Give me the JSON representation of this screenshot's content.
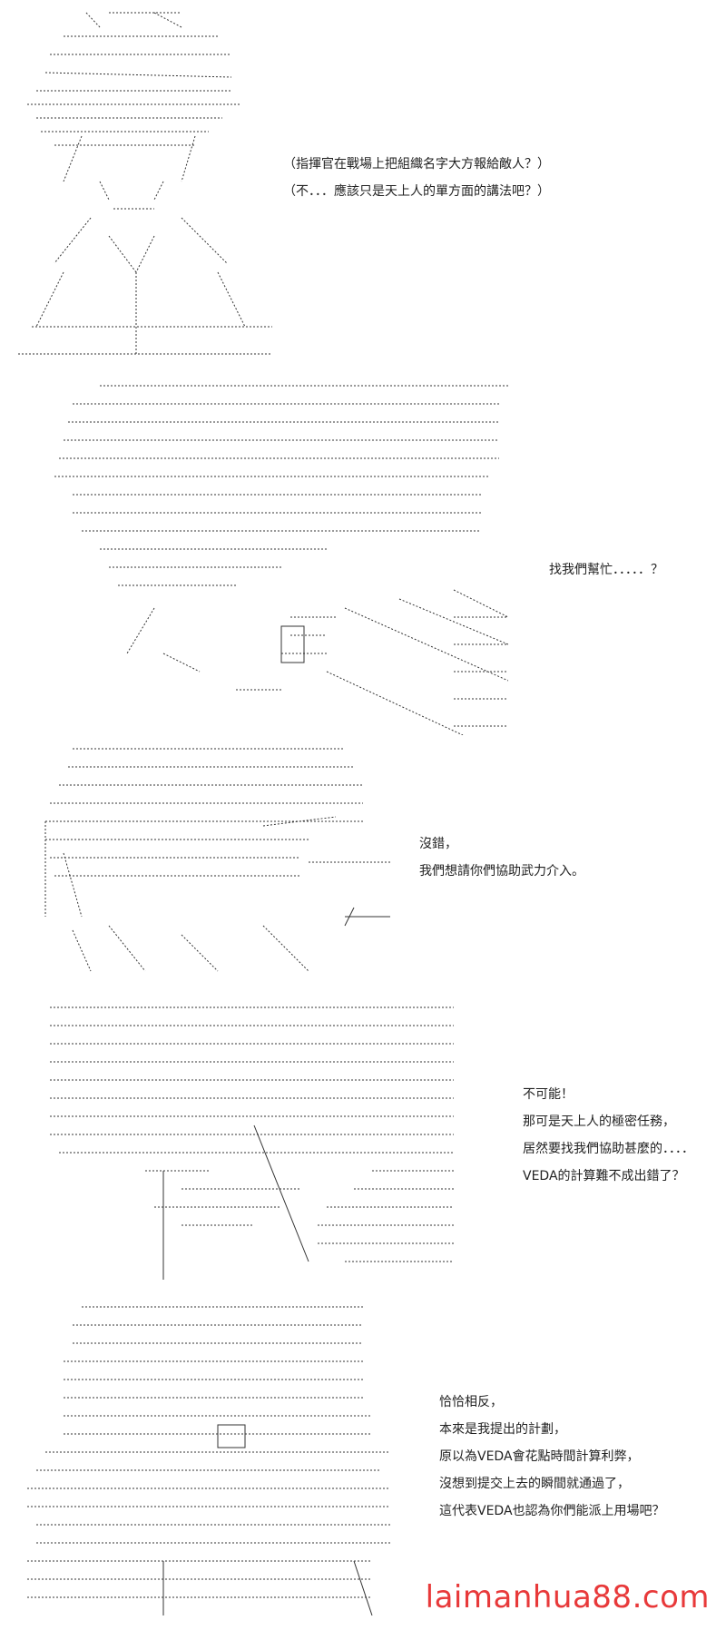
{
  "panels": [
    {
      "lines": [
        "（指揮官在戰場上把組織名字大方報給敵人？）",
        "（不．．．應該只是天上人的單方面的講法吧？）"
      ]
    },
    {
      "lines": [
        "找我們幫忙．．．．．？"
      ]
    },
    {
      "lines": [
        "沒錯，",
        "我們想請你們協助武力介入。"
      ]
    },
    {
      "lines": [
        "不可能！",
        "那可是天上人的極密任務，",
        "居然要找我們協助甚麼的．．．．",
        "VEDA的計算難不成出錯了？"
      ]
    },
    {
      "lines": [
        "恰恰相反，",
        "本來是我提出的計劃，",
        "原以為VEDA會花點時間計算利弊，",
        "沒想到提交上去的瞬間就通過了，",
        "這代表VEDA也認為你們能派上用場吧？"
      ]
    }
  ],
  "watermark": "laimanhua88.com"
}
